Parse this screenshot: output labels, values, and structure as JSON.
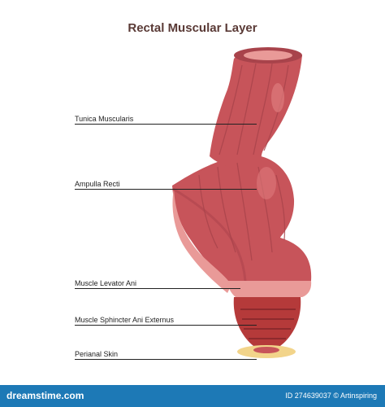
{
  "title": "Rectal Muscular Layer",
  "labels": [
    {
      "key": "tunica",
      "text": "Tunica Muscularis"
    },
    {
      "key": "ampulla",
      "text": "Ampulla Recti"
    },
    {
      "key": "levator",
      "text": "Muscle Levator Ani"
    },
    {
      "key": "sphincter",
      "text": "Muscle Sphincter Ani Externus"
    },
    {
      "key": "perianal",
      "text": "Perianal Skin"
    }
  ],
  "footer": {
    "brand": "dreamstime.com",
    "stock_id": "ID 274639037 © Artinspiring"
  },
  "colors": {
    "muscle": "#c7545a",
    "muscle_dark": "#a8434b",
    "muscle_light": "#de7a7c",
    "inner_wall": "#e99a98",
    "sphincter": "#b53a3a",
    "skin": "#f2d48a",
    "footer": "#1d79b6"
  }
}
